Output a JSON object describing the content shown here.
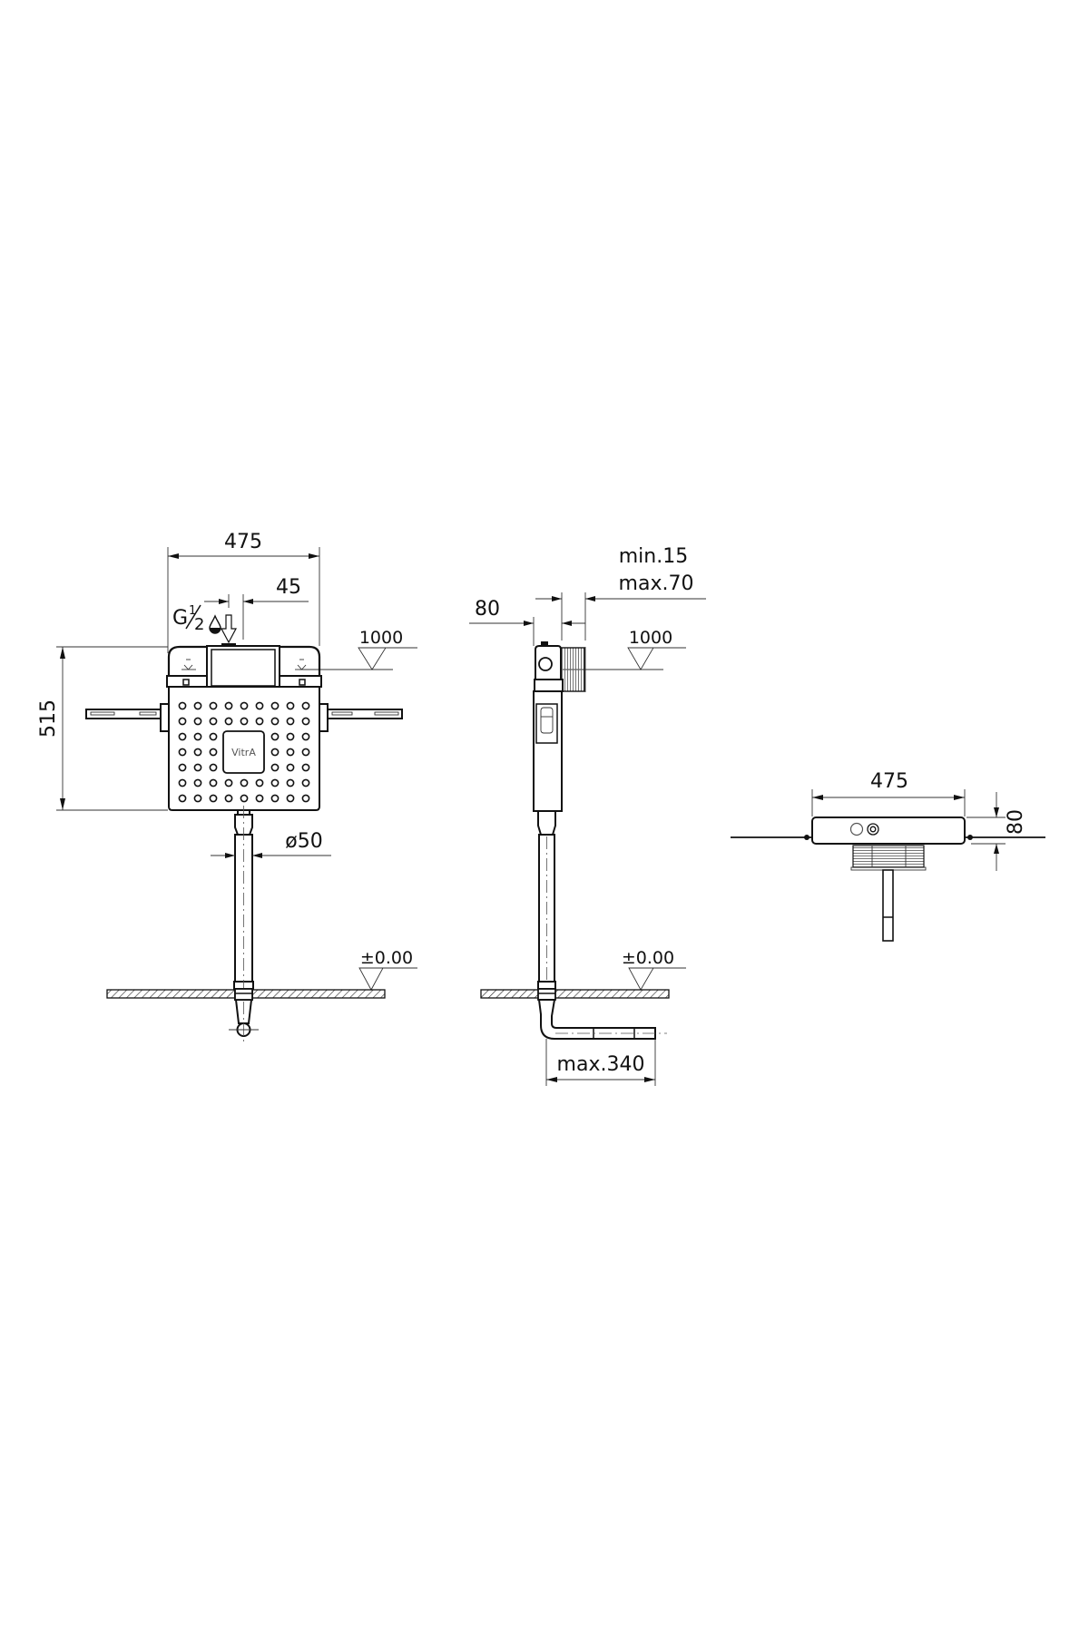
{
  "drawing": {
    "brand_logo": "VitrA",
    "front_view": {
      "width_dim": "475",
      "inlet_offset_dim": "45",
      "inlet_thread": "G½",
      "inlet_thread_g": "G",
      "inlet_thread_num": "1",
      "inlet_thread_den": "2",
      "height_dim": "515",
      "pipe_diameter_dim": "ø50",
      "level_top": "1000",
      "level_floor": "±0.00"
    },
    "side_view": {
      "depth_dim": "80",
      "wall_min": "min.15",
      "wall_max": "max.70",
      "level_top": "1000",
      "level_floor": "±0.00",
      "outlet_max": "max.340"
    },
    "top_view": {
      "width_dim": "475",
      "depth_dim": "80"
    },
    "colors": {
      "line": "#111111",
      "background": "#ffffff"
    }
  }
}
